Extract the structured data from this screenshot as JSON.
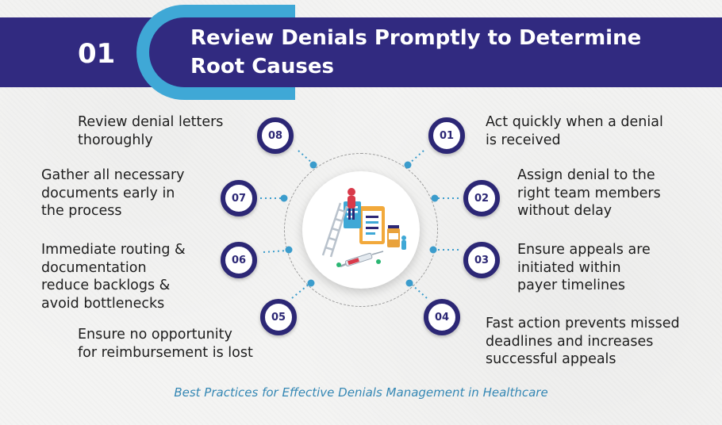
{
  "header": {
    "number": "01",
    "title_line1": "Review Denials Promptly to Determine",
    "title_line2": "Root Causes"
  },
  "items": [
    {
      "number": "01",
      "text": "Act quickly when a denial\nis received"
    },
    {
      "number": "02",
      "text": "Assign denial to the\nright team members\nwithout delay"
    },
    {
      "number": "03",
      "text": "Ensure appeals are\ninitiated within\npayer timelines"
    },
    {
      "number": "04",
      "text": "Fast action prevents missed\ndeadlines and increases\nsuccessful appeals"
    },
    {
      "number": "05",
      "text": "Ensure no opportunity\nfor reimbursement is lost"
    },
    {
      "number": "06",
      "text": "Immediate routing &\ndocumentation\nreduce backlogs &\navoid bottlenecks"
    },
    {
      "number": "07",
      "text": "Gather all necessary\ndocuments early in\nthe process"
    },
    {
      "number": "08",
      "text": "Review denial letters\nthoroughly"
    }
  ],
  "caption": "Best Practices for Effective Denials Management in Healthcare",
  "colors": {
    "banner": "#312a80",
    "accent_arc": "#3fa8d6",
    "badge_ring": "#2c2775",
    "connector": "#3b9ccc",
    "caption": "#3487b4"
  }
}
